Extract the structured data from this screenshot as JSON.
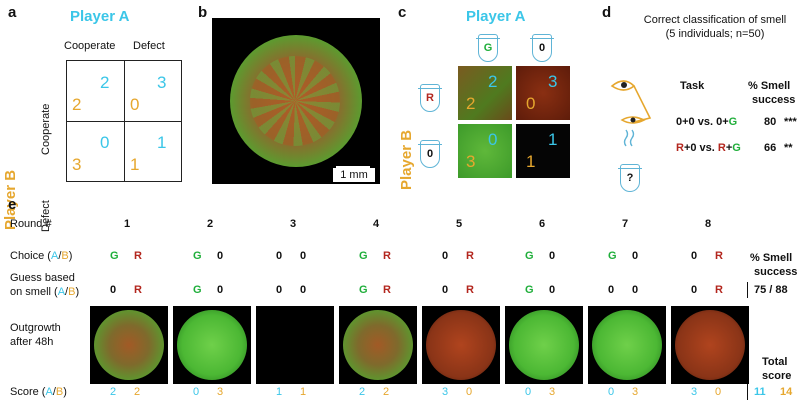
{
  "panel_labels": {
    "a": "a",
    "b": "b",
    "c": "c",
    "d": "d",
    "e": "e"
  },
  "panel_a": {
    "player_a": "Player A",
    "player_b": "Player B",
    "col_cooperate": "Cooperate",
    "col_defect": "Defect",
    "row_cooperate": "Cooperate",
    "row_defect": "Defect",
    "matrix": [
      {
        "a": "2",
        "b": "2"
      },
      {
        "a": "3",
        "b": "0"
      },
      {
        "a": "0",
        "b": "3"
      },
      {
        "a": "1",
        "b": "1"
      }
    ]
  },
  "panel_b": {
    "scale": "1 mm"
  },
  "panel_c": {
    "player_a": "Player A",
    "player_b": "Player B",
    "tube_top": [
      "G",
      "0"
    ],
    "tube_left": [
      "R",
      "0"
    ],
    "matrix": [
      {
        "a": "2",
        "b": "2"
      },
      {
        "a": "3",
        "b": "0"
      },
      {
        "a": "0",
        "b": "3"
      },
      {
        "a": "1",
        "b": "1"
      }
    ]
  },
  "panel_d": {
    "title_line1": "Correct classification of smell",
    "title_line2": "(5 individuals; n=50)",
    "tube_label": "?",
    "col_task": "Task",
    "col_success_1": "% Smell",
    "col_success_2": "success",
    "rows": [
      {
        "t1": "0",
        "p1": "+0 vs. ",
        "t2": "0",
        "p2": "+",
        "t3": "G",
        "value": "80",
        "stars": "***"
      },
      {
        "t1": "R",
        "p1": "+0 vs. ",
        "t2": "R",
        "p2": "+",
        "t3": "G",
        "value": "66",
        "stars": "**"
      }
    ]
  },
  "panel_e": {
    "round_label": "Round #",
    "choice_label_pre": "Choice (",
    "guess_label_1": "Guess based",
    "guess_label_2_pre": "on smell (",
    "outgrowth_1": "Outgrowth",
    "outgrowth_2": "after 48h",
    "score_label_pre": "Score (",
    "ab_a": "A",
    "ab_sep": "/",
    "ab_b": "B",
    "ab_close": ")",
    "success_header_1": "% Smell",
    "success_header_2": "success",
    "success_value": "75 / 88",
    "total_header_1": "Total",
    "total_header_2": "score",
    "total_a": "11",
    "total_b": "14",
    "rounds": [
      {
        "n": "1",
        "choice": [
          "G",
          "R"
        ],
        "guess": [
          "0",
          "R"
        ],
        "score": [
          "2",
          "2"
        ]
      },
      {
        "n": "2",
        "choice": [
          "G",
          "0"
        ],
        "guess": [
          "G",
          "0"
        ],
        "score": [
          "0",
          "3"
        ]
      },
      {
        "n": "3",
        "choice": [
          "0",
          "0"
        ],
        "guess": [
          "0",
          "0"
        ],
        "score": [
          "1",
          "1"
        ]
      },
      {
        "n": "4",
        "choice": [
          "G",
          "R"
        ],
        "guess": [
          "G",
          "R"
        ],
        "score": [
          "2",
          "2"
        ]
      },
      {
        "n": "5",
        "choice": [
          "0",
          "R"
        ],
        "guess": [
          "0",
          "R"
        ],
        "score": [
          "3",
          "0"
        ]
      },
      {
        "n": "6",
        "choice": [
          "G",
          "0"
        ],
        "guess": [
          "G",
          "0"
        ],
        "score": [
          "0",
          "3"
        ]
      },
      {
        "n": "7",
        "choice": [
          "G",
          "0"
        ],
        "guess": [
          "0",
          "0"
        ],
        "score": [
          "0",
          "3"
        ]
      },
      {
        "n": "8",
        "choice": [
          "0",
          "R"
        ],
        "guess": [
          "0",
          "R"
        ],
        "score": [
          "3",
          "0"
        ]
      }
    ]
  },
  "colors": {
    "cyan": "#3bc6e8",
    "gold": "#e6a72e",
    "green": "#1fae3a",
    "red": "#b3261e"
  }
}
